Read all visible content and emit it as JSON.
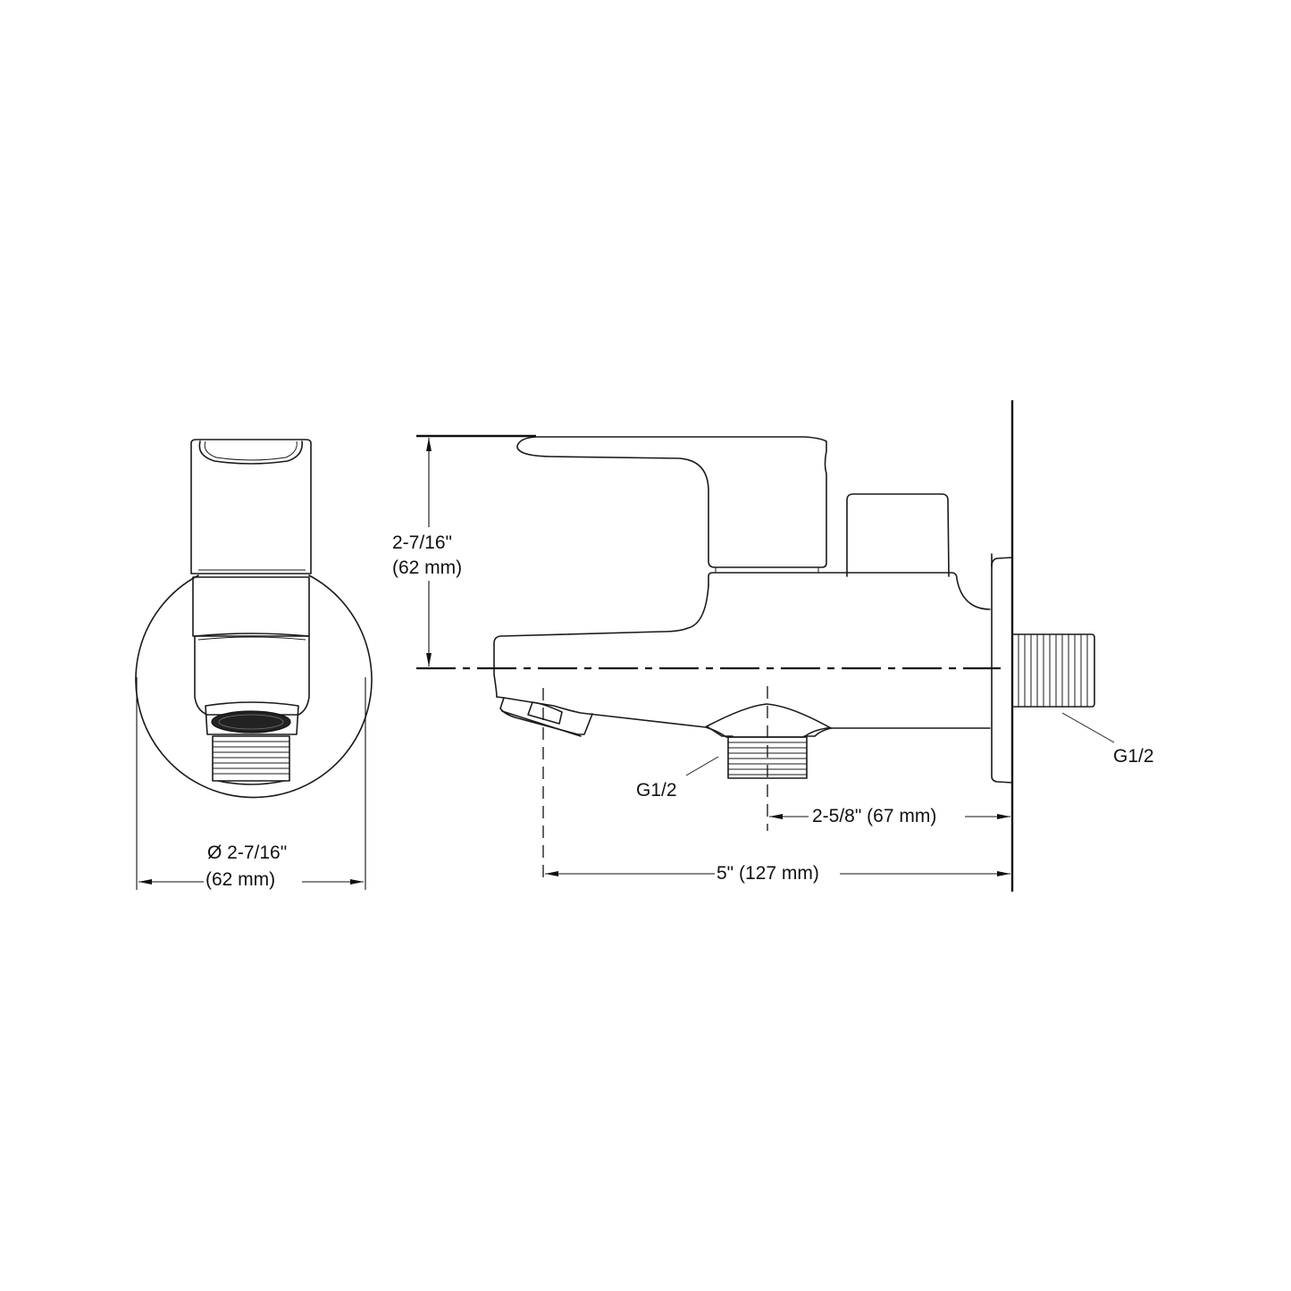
{
  "drawing": {
    "type": "faucet dimensional drawing",
    "views": [
      "front-view",
      "side-view"
    ]
  },
  "front_view": {
    "diameter_label_line1": "Ø 2-7/16\"",
    "diameter_label_line2": "(62 mm)"
  },
  "side_view": {
    "height_label_line1": "2-7/16\"",
    "height_label_line2": "(62 mm)",
    "inlet_thread_label": "G1/2",
    "wall_thread_label": "G1/2",
    "inlet_to_wall_label": "2-5/8\" (67 mm)",
    "spout_to_wall_label": "5\" (127 mm)"
  }
}
